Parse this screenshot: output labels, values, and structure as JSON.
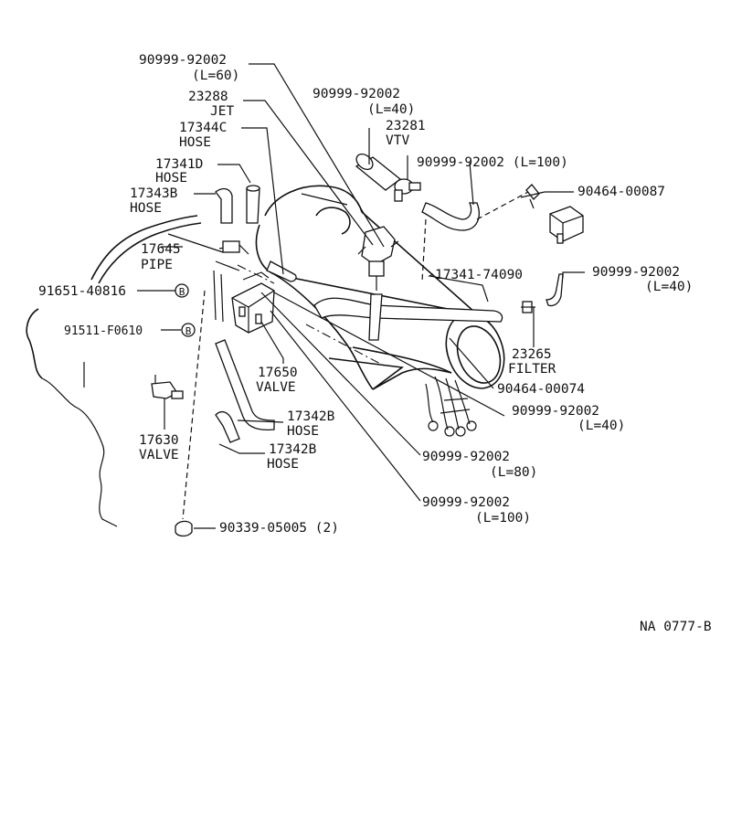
{
  "labels": {
    "p_90999_60": "90999-92002",
    "p_90999_60_len": "(L=60)",
    "p_23288": "23288",
    "p_23288_name": "JET",
    "p_17344c": "17344C",
    "p_17344c_name": "HOSE",
    "p_17341d": "17341D",
    "p_17341d_name": "HOSE",
    "p_17343b": "17343B",
    "p_17343b_name": "HOSE",
    "p_90999_40a": "90999-92002",
    "p_90999_40a_len": "(L=40)",
    "p_23281": "23281",
    "p_23281_name": "VTV",
    "p_90999_100a": "90999-92002 (L=100)",
    "p_90464_87": "90464-00087",
    "p_17645": "17645",
    "p_17645_name": "PIPE",
    "p_91651": "91651-40816",
    "p_91511": "91511-F0610",
    "p_17341_74090": "17341-74090",
    "p_90999_40b": "90999-92002",
    "p_90999_40b_len": "(L=40)",
    "p_23265": "23265",
    "p_23265_name": "FILTER",
    "p_90464_74": "90464-00074",
    "p_90999_40c": "90999-92002",
    "p_90999_40c_len": "(L=40)",
    "p_17650": "17650",
    "p_17650_name": "VALVE",
    "p_17342b_1": "17342B",
    "p_17342b_1_name": "HOSE",
    "p_17630": "17630",
    "p_17630_name": "VALVE",
    "p_17342b_2": "17342B",
    "p_17342b_2_name": "HOSE",
    "p_90999_80": "90999-92002",
    "p_90999_80_len": "(L=80)",
    "p_90999_100b": "90999-92002",
    "p_90999_100b_len": "(L=100)",
    "p_90339": "90339-05005 (2)",
    "ref_code": "NA 0777-B",
    "marker_b": "B"
  }
}
